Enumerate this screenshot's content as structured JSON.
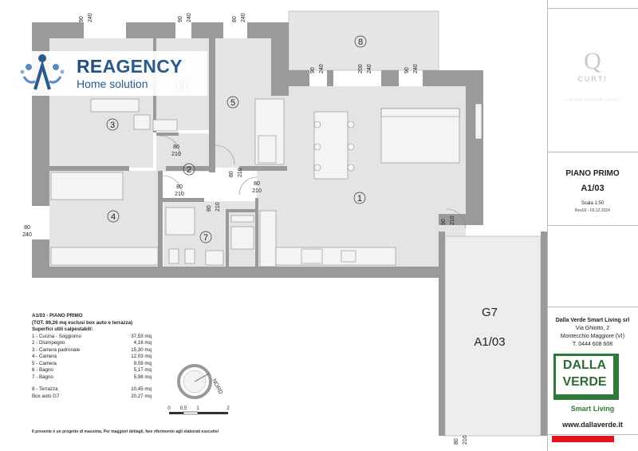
{
  "agency": {
    "name_accent": "RE",
    "name_rest": "AGENCY",
    "tagline": "Home solution"
  },
  "rooms": [
    {
      "number": "1"
    },
    {
      "number": "2"
    },
    {
      "number": "3"
    },
    {
      "number": "4"
    },
    {
      "number": "5"
    },
    {
      "number": "6"
    },
    {
      "number": "7"
    },
    {
      "number": "8"
    }
  ],
  "dimensions": {
    "d_90_240_a": {
      "top": "90",
      "bottom": "240"
    },
    "d_90_240_b": {
      "top": "90",
      "bottom": "240"
    },
    "d_80_240_c": {
      "top": "80",
      "bottom": "240"
    },
    "d_90_240_d": {
      "top": "90",
      "bottom": "240"
    },
    "d_200_240": {
      "top": "200",
      "bottom": "240"
    },
    "d_90_240_e": {
      "top": "90",
      "bottom": "240"
    },
    "d_80_210_a": {
      "top": "80",
      "bottom": "210"
    },
    "d_80_210_b": {
      "top": "80",
      "bottom": "210"
    },
    "d_80_210_c": {
      "top": "80",
      "bottom": "210"
    },
    "d_80_210_d": {
      "top": "80",
      "bottom": "210"
    },
    "d_80_210_e": {
      "top": "80",
      "bottom": "210"
    },
    "d_80_210_f": {
      "top": "80",
      "bottom": "210"
    },
    "d_90_210": {
      "top": "90",
      "bottom": "210"
    },
    "d_80_240_w": {
      "top": "80",
      "bottom": "240"
    },
    "d_80_210_g": {
      "top": "80",
      "bottom": "210"
    }
  },
  "garage": {
    "code": "G7",
    "unit": "A1/03"
  },
  "legend": {
    "heading": "A1/03 - PIANO PRIMO",
    "total": "(TOT. 89,26 mq esclusi box auto e terrazza)",
    "subheading": "Superfici utili calpestabili:",
    "items": [
      {
        "label": "1 - Cucina - Soggiorno",
        "area": "37,53 mq"
      },
      {
        "label": "2 - Disimpegno",
        "area": "4,16 mq"
      },
      {
        "label": "3 - Camera padronale",
        "area": "15,30 mq"
      },
      {
        "label": "4 - Camera",
        "area": "12,03 mq"
      },
      {
        "label": "5 - Camera",
        "area": "9,09 mq"
      },
      {
        "label": "6 - Bagno",
        "area": "5,17 mq"
      },
      {
        "label": "7 - Bagno",
        "area": "5,98 mq"
      }
    ],
    "extras": [
      {
        "label": "8 - Terrazza",
        "area": "10,45 mq"
      },
      {
        "label": "Box auto G7",
        "area": "20,27 mq"
      }
    ]
  },
  "north": {
    "label": "NORD"
  },
  "scale_bar": {
    "ticks": [
      "0",
      "0,5",
      "1",
      "2"
    ]
  },
  "disclaimer": "Il presente è un progetto di massima. Per maggiori dettagli, fare riferimento agli elaborati esecutivi",
  "title_block": {
    "brand_initial": "Q",
    "brand_name": "CURTI",
    "brand_sub": "LIMITED EDITION LIVING",
    "floor": "PIANO PRIMO",
    "unit": "A1/03",
    "scale": "Scala 1:50",
    "revision": "Rev02 - 03.12.2024",
    "company": "Dalla Verde Smart Living srl",
    "street": "Via Ghiotto, 2",
    "city": "Montecchio Maggiore (VI)",
    "phone": "T. 0444 608 608",
    "logo_line1": "DALLA",
    "logo_line2": "VERDE",
    "slogan": "Smart Living",
    "website": "www.dallaverde.it"
  },
  "colors": {
    "wall": "#9a9a9a",
    "floor": "#e3e3e3",
    "agency_blue": "#2a5a8c",
    "dv_green": "#2f7a3a",
    "accent_red": "#e3101d"
  }
}
